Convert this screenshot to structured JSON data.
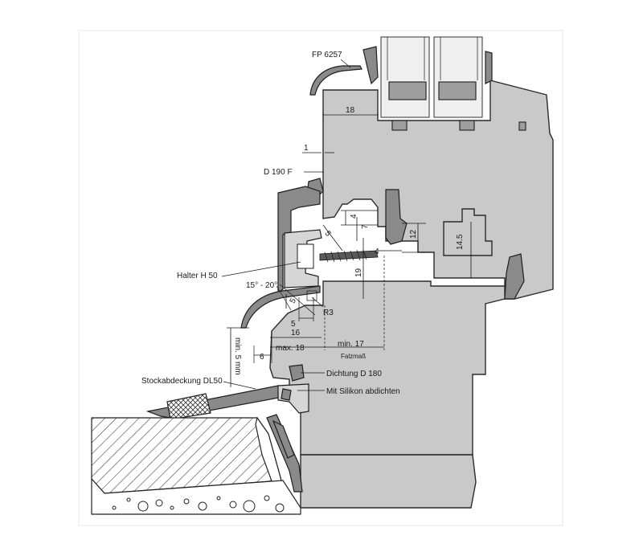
{
  "labels": {
    "fp": "FP 6257",
    "d190": "D 190 F",
    "halter": "Halter H 50",
    "angle": "15° - 20°",
    "stockabdeckung": "Stockabdeckung DL50",
    "dichtung": "Dichtung D 180",
    "silikon": "Mit Silikon abdichten",
    "min5": "min. 5 mm",
    "falzmass": "Falzmaß",
    "r3": "R3"
  },
  "dims": {
    "d18_top": "18",
    "d1": "1",
    "d4_vert": "4",
    "d7": "7",
    "d12": "12",
    "d14_5": "14.5",
    "d4_horiz": "4",
    "d5_diag": "5",
    "d19": "19",
    "d5_left": "5",
    "d5_bottom": "5",
    "d16": "16",
    "max18": "max. 18",
    "min17": "min. 17",
    "d6": "6"
  },
  "colors": {
    "frame": "#c9c9c9",
    "profile": "#8a8a8a",
    "line": "#1a1a1a"
  }
}
